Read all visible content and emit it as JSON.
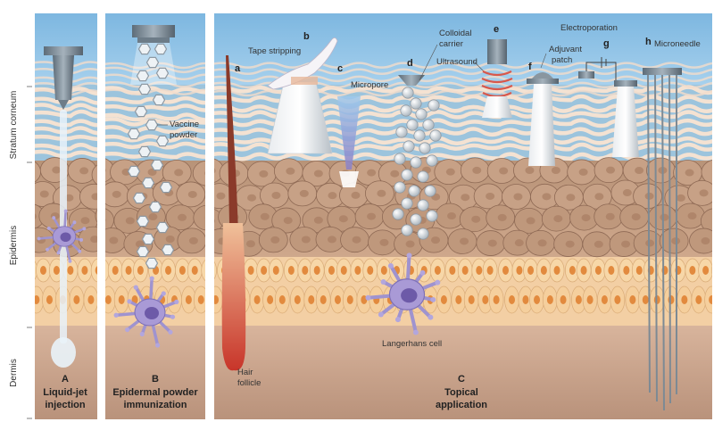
{
  "side_labels": {
    "stratum": "Stratum corneum",
    "epidermis": "Epidermis",
    "dermis": "Dermis"
  },
  "panels": {
    "A": {
      "letter": "A",
      "caption": [
        "Liquid-jet",
        "injection"
      ]
    },
    "B": {
      "letter": "B",
      "caption": [
        "Epidermal powder",
        "immunization"
      ],
      "vaccine": [
        "Vaccine",
        "powder"
      ]
    },
    "C": {
      "letter": "C",
      "caption": [
        "Topical",
        "application"
      ]
    }
  },
  "methods": {
    "a": {
      "letter": "a",
      "label": [
        "Hair",
        "follicle"
      ]
    },
    "b": {
      "letter": "b",
      "label": [
        "Tape stripping"
      ]
    },
    "c": {
      "letter": "c",
      "label": [
        "Micropore"
      ]
    },
    "d": {
      "letter": "d",
      "label": [
        "Colloidal",
        "carrier"
      ]
    },
    "us": {
      "label": [
        "Ultrasound"
      ]
    },
    "e": {
      "letter": "e"
    },
    "f": {
      "letter": "f",
      "label": [
        "Adjuvant",
        "patch"
      ]
    },
    "g": {
      "letter": "g",
      "label": [
        "Electroporation"
      ]
    },
    "h": {
      "letter": "h",
      "label": [
        "Microneedle"
      ]
    }
  },
  "langerhans": "Langerhans cell",
  "colors": {
    "sky": "#8fc3e6",
    "stratum_line": "#f3dcc8",
    "epidermis": "#c9a489",
    "cell_yellow": "#f5c98d",
    "nucleus": "#e0893d",
    "dermis": "#c79f86",
    "device": "#7d8f9d",
    "langerhans": "#9a8cc9",
    "follicle": "#c8352a"
  }
}
